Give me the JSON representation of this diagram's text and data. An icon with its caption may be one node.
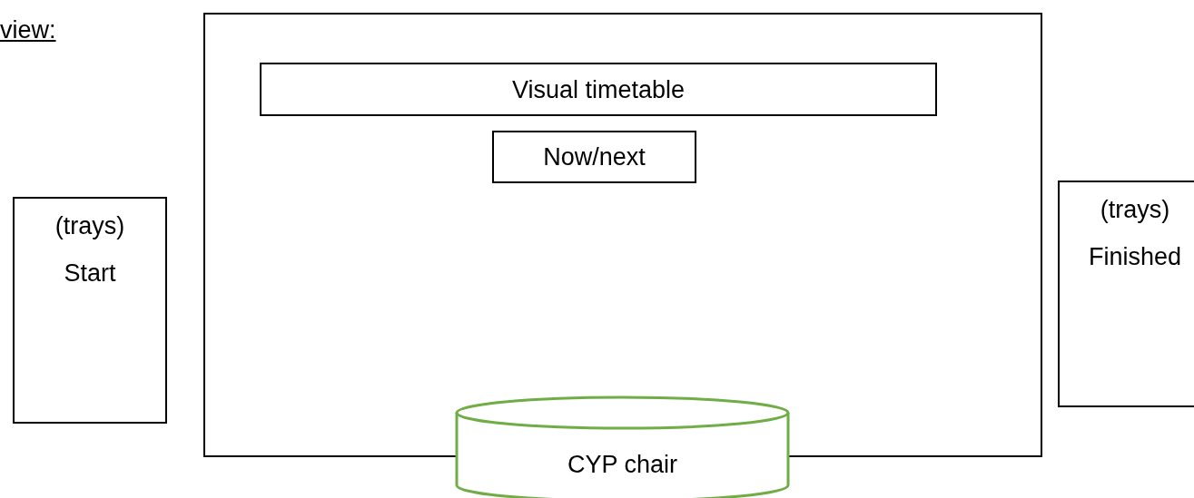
{
  "diagram": {
    "nodes": [
      {
        "text": [],
        "shape": "box"
      },
      {
        "text": [
          "Visual timetable"
        ],
        "in": 0
      },
      {
        "text": [
          "Now/next"
        ],
        "in": 0
      },
      {
        "text": [
          "(trays)",
          "Start"
        ]
      },
      {
        "text": [
          "(trays)",
          "Finished"
        ]
      },
      {
        "text": [
          "CYP chair"
        ]
      }
    ],
    "labels": [
      "view:"
    ]
  }
}
